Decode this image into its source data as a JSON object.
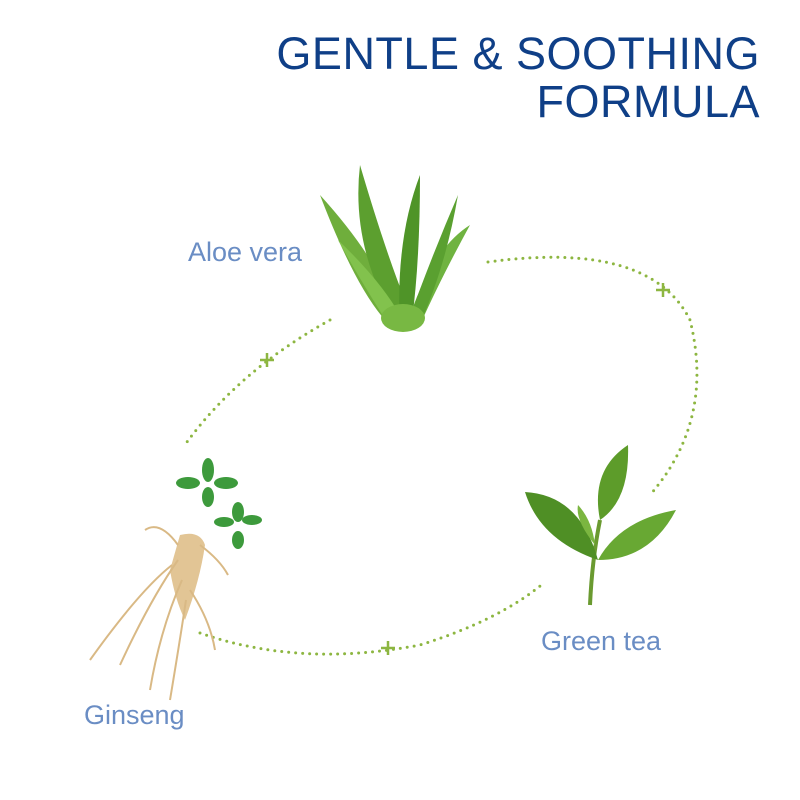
{
  "title": {
    "line1": "GENTLE & SOOTHING",
    "line2": "FORMULA"
  },
  "ingredients": [
    {
      "label": "Aloe vera",
      "icon": "aloe-vera-icon"
    },
    {
      "label": "Green tea",
      "icon": "green-tea-icon"
    },
    {
      "label": "Ginseng",
      "icon": "ginseng-icon"
    }
  ],
  "colors": {
    "title": "#0f3f87",
    "label": "#6a8dc4",
    "connector": "#8db641"
  }
}
